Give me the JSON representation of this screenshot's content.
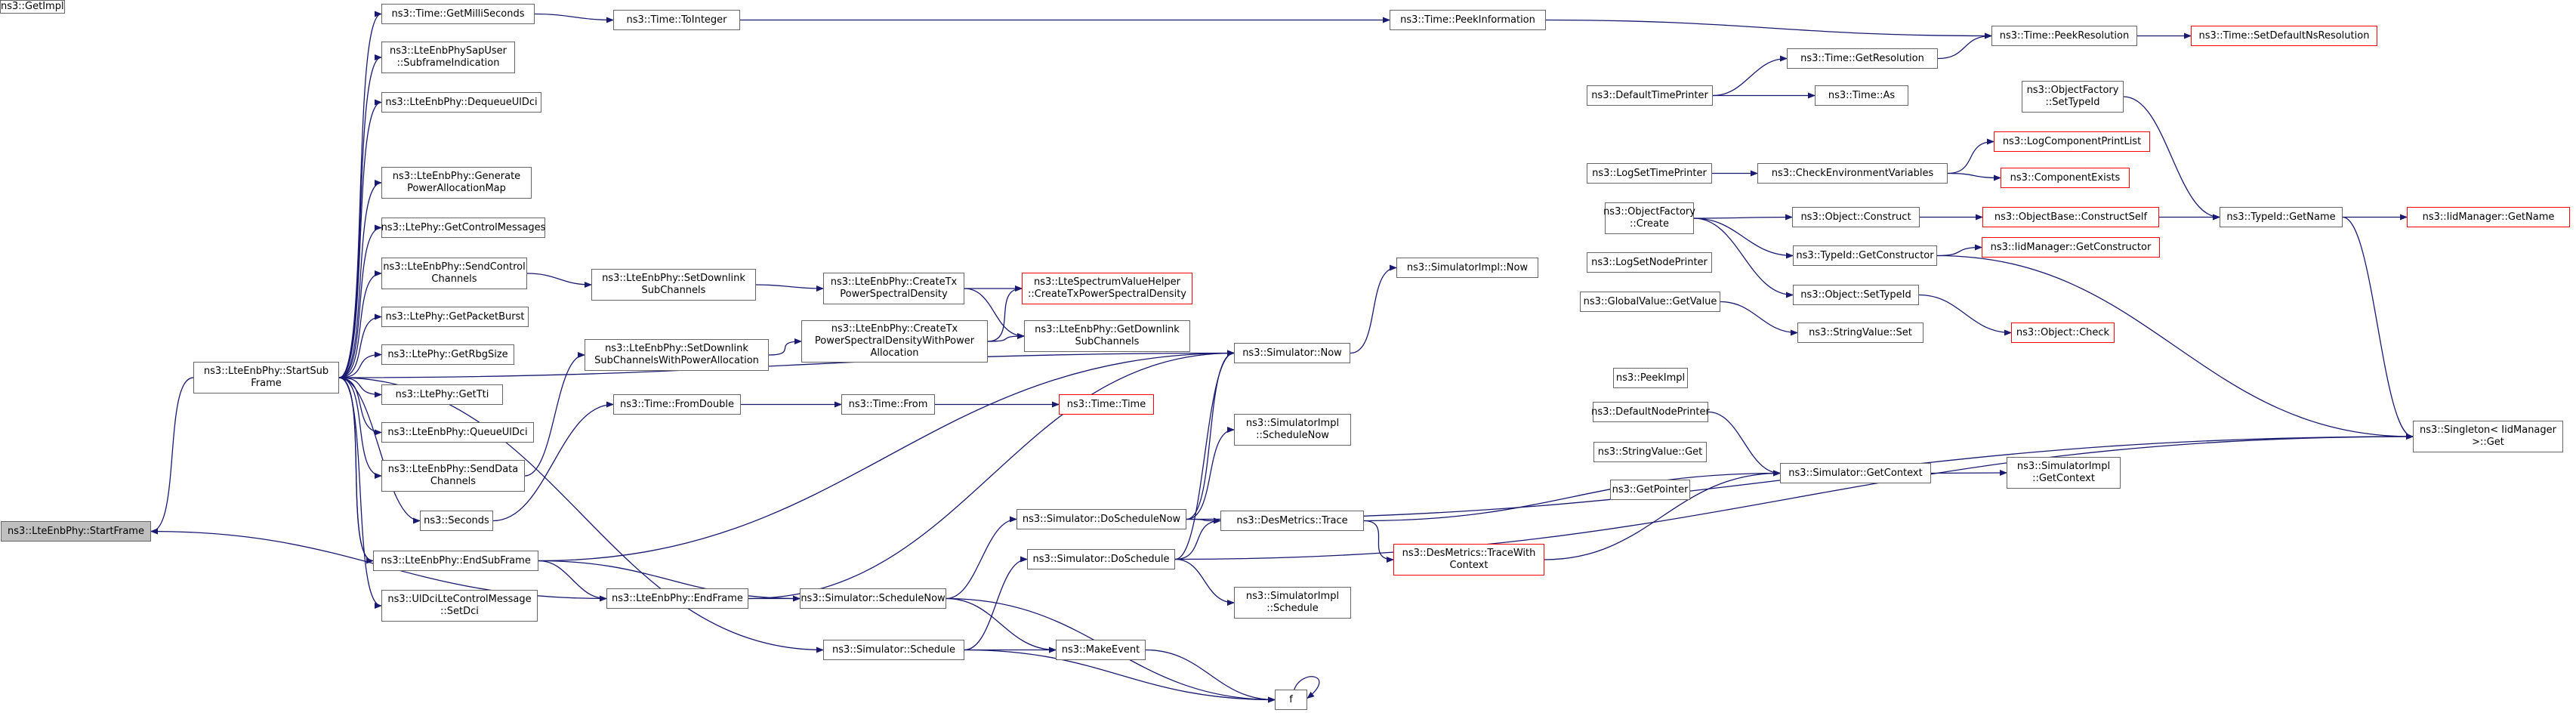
{
  "graph": {
    "colors": {
      "edge": "#191970",
      "node_border": "#666666",
      "external_border": "#ff0000",
      "root_fill": "#bfbfbf"
    },
    "nodes": {
      "start_frame": {
        "lines": [
          "ns3::LteEnbPhy::StartFrame"
        ]
      },
      "start_sub_frame": {
        "lines": [
          "ns3::LteEnbPhy::StartSub",
          "Frame"
        ]
      },
      "get_milli_seconds": {
        "lines": [
          "ns3::Time::GetMilliSeconds"
        ]
      },
      "phy_sap_user": {
        "lines": [
          "ns3::LteEnbPhySapUser",
          "::SubframeIndication"
        ]
      },
      "dequeue_ul_dci": {
        "lines": [
          "ns3::LteEnbPhy::DequeueUlDci"
        ]
      },
      "generate_power_alloc": {
        "lines": [
          "ns3::LteEnbPhy::Generate",
          "PowerAllocationMap"
        ]
      },
      "get_control_messages": {
        "lines": [
          "ns3::LtePhy::GetControlMessages"
        ]
      },
      "send_control_channels": {
        "lines": [
          "ns3::LteEnbPhy::SendControl",
          "Channels"
        ]
      },
      "get_packet_burst": {
        "lines": [
          "ns3::LtePhy::GetPacketBurst"
        ]
      },
      "get_rbg_size": {
        "lines": [
          "ns3::LtePhy::GetRbgSize"
        ]
      },
      "get_tti": {
        "lines": [
          "ns3::LtePhy::GetTti"
        ]
      },
      "queue_ul_dci": {
        "lines": [
          "ns3::LteEnbPhy::QueueUlDci"
        ]
      },
      "send_data_channels": {
        "lines": [
          "ns3::LteEnbPhy::SendData",
          "Channels"
        ]
      },
      "seconds": {
        "lines": [
          "ns3::Seconds"
        ]
      },
      "end_sub_frame": {
        "lines": [
          "ns3::LteEnbPhy::EndSubFrame"
        ]
      },
      "ul_dci_set_dci": {
        "lines": [
          "ns3::UlDciLteControlMessage",
          "::SetDci"
        ]
      },
      "to_integer": {
        "lines": [
          "ns3::Time::ToInteger"
        ]
      },
      "set_downlink_subchannels": {
        "lines": [
          "ns3::LteEnbPhy::SetDownlink",
          "SubChannels"
        ]
      },
      "set_downlink_subchannels_power": {
        "lines": [
          "ns3::LteEnbPhy::SetDownlink",
          "SubChannelsWithPowerAllocation"
        ]
      },
      "time_from_double": {
        "lines": [
          "ns3::Time::FromDouble"
        ]
      },
      "end_frame": {
        "lines": [
          "ns3::LteEnbPhy::EndFrame"
        ]
      },
      "create_tx_psd": {
        "lines": [
          "ns3::LteEnbPhy::CreateTx",
          "PowerSpectralDensity"
        ]
      },
      "create_tx_psd_power": {
        "lines": [
          "ns3::LteEnbPhy::CreateTx",
          "PowerSpectralDensityWithPower",
          "Allocation"
        ]
      },
      "time_from": {
        "lines": [
          "ns3::Time::From"
        ]
      },
      "simulator_schedule": {
        "lines": [
          "ns3::Simulator::Schedule"
        ]
      },
      "spectrum_helper": {
        "lines": [
          "ns3::LteSpectrumValueHelper",
          "::CreateTxPowerSpectralDensity"
        ],
        "external": true
      },
      "get_downlink_subchannels": {
        "lines": [
          "ns3::LteEnbPhy::GetDownlink",
          "SubChannels"
        ]
      },
      "time_time": {
        "lines": [
          "ns3::Time::Time"
        ],
        "external": true
      },
      "peek_information": {
        "lines": [
          "ns3::Time::PeekInformation"
        ]
      },
      "simulator_now": {
        "lines": [
          "ns3::Simulator::Now"
        ]
      },
      "simulator_impl_now": {
        "lines": [
          "ns3::SimulatorImpl::Now"
        ]
      },
      "get_impl": {
        "lines": [
          "ns3::GetImpl"
        ]
      },
      "simulator_impl_schedule_now": {
        "lines": [
          "ns3::SimulatorImpl",
          "::ScheduleNow"
        ]
      },
      "do_schedule_now": {
        "lines": [
          "ns3::Simulator::DoScheduleNow"
        ]
      },
      "do_schedule": {
        "lines": [
          "ns3::Simulator::DoSchedule"
        ]
      },
      "schedule_now": {
        "lines": [
          "ns3::Simulator::ScheduleNow"
        ]
      },
      "make_event": {
        "lines": [
          "ns3::MakeEvent"
        ]
      },
      "f": {
        "lines": [
          "f"
        ]
      },
      "des_metrics_trace": {
        "lines": [
          "ns3::DesMetrics::Trace"
        ]
      },
      "des_metrics_trace_with_context": {
        "lines": [
          "ns3::DesMetrics::TraceWith",
          "Context"
        ],
        "external": true
      },
      "simulator_impl_schedule": {
        "lines": [
          "ns3::SimulatorImpl",
          "::Schedule"
        ]
      },
      "default_time_printer": {
        "lines": [
          "ns3::DefaultTimePrinter"
        ]
      },
      "log_set_time_printer": {
        "lines": [
          "ns3::LogSetTimePrinter"
        ]
      },
      "object_factory_create": {
        "lines": [
          "ns3::ObjectFactory",
          "::Create"
        ]
      },
      "log_set_node_printer": {
        "lines": [
          "ns3::LogSetNodePrinter"
        ]
      },
      "global_value_get_value": {
        "lines": [
          "ns3::GlobalValue::GetValue"
        ]
      },
      "peek_impl": {
        "lines": [
          "ns3::PeekImpl"
        ]
      },
      "default_node_printer": {
        "lines": [
          "ns3::DefaultNodePrinter"
        ]
      },
      "string_value_get": {
        "lines": [
          "ns3::StringValue::Get"
        ]
      },
      "get_pointer": {
        "lines": [
          "ns3::GetPointer"
        ]
      },
      "time_get_resolution": {
        "lines": [
          "ns3::Time::GetResolution"
        ]
      },
      "time_as": {
        "lines": [
          "ns3::Time::As"
        ]
      },
      "check_env_vars": {
        "lines": [
          "ns3::CheckEnvironmentVariables"
        ]
      },
      "object_construct": {
        "lines": [
          "ns3::Object::Construct"
        ]
      },
      "typeid_get_constructor": {
        "lines": [
          "ns3::TypeId::GetConstructor"
        ]
      },
      "object_set_typeid": {
        "lines": [
          "ns3::Object::SetTypeId"
        ]
      },
      "string_value_set": {
        "lines": [
          "ns3::StringValue::Set"
        ]
      },
      "simulator_get_context": {
        "lines": [
          "ns3::Simulator::GetContext"
        ]
      },
      "peek_resolution": {
        "lines": [
          "ns3::Time::PeekResolution"
        ]
      },
      "object_factory_set_typeid": {
        "lines": [
          "ns3::ObjectFactory",
          "::SetTypeId"
        ]
      },
      "log_component_print_list": {
        "lines": [
          "ns3::LogComponentPrintList"
        ],
        "external": true
      },
      "component_exists": {
        "lines": [
          "ns3::ComponentExists"
        ],
        "external": true
      },
      "object_base_construct_self": {
        "lines": [
          "ns3::ObjectBase::ConstructSelf"
        ],
        "external": true
      },
      "iid_manager_get_constructor": {
        "lines": [
          "ns3::IidManager::GetConstructor"
        ],
        "external": true
      },
      "object_check": {
        "lines": [
          "ns3::Object::Check"
        ],
        "external": true
      },
      "simulator_impl_get_context": {
        "lines": [
          "ns3::SimulatorImpl",
          "::GetContext"
        ]
      },
      "set_default_ns_resolution": {
        "lines": [
          "ns3::Time::SetDefaultNsResolution"
        ],
        "external": true
      },
      "typeid_get_name": {
        "lines": [
          "ns3::TypeId::GetName"
        ]
      },
      "iid_manager_get_name": {
        "lines": [
          "ns3::IidManager::GetName"
        ],
        "external": true
      },
      "singleton_get": {
        "lines": [
          "ns3::Singleton< IidManager",
          ">::Get"
        ]
      }
    },
    "edges": [
      [
        "start_sub_frame",
        "start_frame"
      ],
      [
        "end_frame",
        "start_frame"
      ],
      [
        "start_sub_frame",
        "get_milli_seconds"
      ],
      [
        "start_sub_frame",
        "phy_sap_user"
      ],
      [
        "start_sub_frame",
        "dequeue_ul_dci"
      ],
      [
        "start_sub_frame",
        "generate_power_alloc"
      ],
      [
        "start_sub_frame",
        "get_control_messages"
      ],
      [
        "start_sub_frame",
        "send_control_channels"
      ],
      [
        "start_sub_frame",
        "get_packet_burst"
      ],
      [
        "start_sub_frame",
        "get_rbg_size"
      ],
      [
        "start_sub_frame",
        "get_tti"
      ],
      [
        "start_sub_frame",
        "queue_ul_dci"
      ],
      [
        "start_sub_frame",
        "send_data_channels"
      ],
      [
        "start_sub_frame",
        "seconds"
      ],
      [
        "start_sub_frame",
        "end_sub_frame"
      ],
      [
        "start_sub_frame",
        "ul_dci_set_dci"
      ],
      [
        "start_sub_frame",
        "simulator_now"
      ],
      [
        "start_sub_frame",
        "simulator_schedule"
      ],
      [
        "end_sub_frame",
        "start_sub_frame"
      ],
      [
        "end_sub_frame",
        "end_frame"
      ],
      [
        "end_sub_frame",
        "schedule_now"
      ],
      [
        "end_sub_frame",
        "simulator_now"
      ],
      [
        "end_frame",
        "schedule_now"
      ],
      [
        "end_frame",
        "simulator_now"
      ],
      [
        "get_milli_seconds",
        "to_integer"
      ],
      [
        "to_integer",
        "peek_information"
      ],
      [
        "peek_information",
        "peek_resolution"
      ],
      [
        "send_control_channels",
        "set_downlink_subchannels"
      ],
      [
        "set_downlink_subchannels",
        "create_tx_psd"
      ],
      [
        "create_tx_psd",
        "spectrum_helper"
      ],
      [
        "create_tx_psd",
        "get_downlink_subchannels"
      ],
      [
        "send_data_channels",
        "set_downlink_subchannels_power"
      ],
      [
        "set_downlink_subchannels_power",
        "create_tx_psd_power"
      ],
      [
        "create_tx_psd_power",
        "spectrum_helper"
      ],
      [
        "create_tx_psd_power",
        "get_downlink_subchannels"
      ],
      [
        "seconds",
        "time_from_double"
      ],
      [
        "time_from_double",
        "time_from"
      ],
      [
        "time_from",
        "time_time"
      ],
      [
        "schedule_now",
        "do_schedule_now"
      ],
      [
        "schedule_now",
        "make_event"
      ],
      [
        "schedule_now",
        "f"
      ],
      [
        "simulator_schedule",
        "do_schedule"
      ],
      [
        "simulator_schedule",
        "make_event"
      ],
      [
        "simulator_schedule",
        "f"
      ],
      [
        "make_event",
        "f"
      ],
      [
        "f",
        "f"
      ],
      [
        "do_schedule_now",
        "simulator_now"
      ],
      [
        "do_schedule_now",
        "get_impl"
      ],
      [
        "do_schedule_now",
        "simulator_impl_schedule_now"
      ],
      [
        "do_schedule_now",
        "des_metrics_trace"
      ],
      [
        "do_schedule_now",
        "singleton_get"
      ],
      [
        "do_schedule",
        "simulator_now"
      ],
      [
        "do_schedule",
        "get_impl"
      ],
      [
        "do_schedule",
        "des_metrics_trace"
      ],
      [
        "do_schedule",
        "simulator_impl_schedule"
      ],
      [
        "do_schedule",
        "singleton_get"
      ],
      [
        "simulator_now",
        "simulator_impl_now"
      ],
      [
        "simulator_now",
        "get_impl"
      ],
      [
        "des_metrics_trace",
        "des_metrics_trace_with_context"
      ],
      [
        "des_metrics_trace",
        "simulator_get_context"
      ],
      [
        "des_metrics_trace_with_context",
        "simulator_get_context"
      ],
      [
        "get_impl",
        "simulator_now"
      ],
      [
        "get_impl",
        "default_time_printer"
      ],
      [
        "get_impl",
        "log_set_time_printer"
      ],
      [
        "get_impl",
        "object_factory_create"
      ],
      [
        "get_impl",
        "log_set_node_printer"
      ],
      [
        "get_impl",
        "global_value_get_value"
      ],
      [
        "get_impl",
        "peek_impl"
      ],
      [
        "get_impl",
        "default_node_printer"
      ],
      [
        "get_impl",
        "string_value_get"
      ],
      [
        "get_impl",
        "get_pointer"
      ],
      [
        "get_impl",
        "object_factory_set_typeid"
      ],
      [
        "default_time_printer",
        "time_get_resolution"
      ],
      [
        "default_time_printer",
        "time_as"
      ],
      [
        "time_get_resolution",
        "peek_resolution"
      ],
      [
        "peek_resolution",
        "set_default_ns_resolution"
      ],
      [
        "log_set_time_printer",
        "check_env_vars"
      ],
      [
        "check_env_vars",
        "log_component_print_list"
      ],
      [
        "check_env_vars",
        "component_exists"
      ],
      [
        "object_factory_create",
        "object_construct"
      ],
      [
        "object_factory_create",
        "typeid_get_constructor"
      ],
      [
        "object_factory_create",
        "object_set_typeid"
      ],
      [
        "object_construct",
        "object_base_construct_self"
      ],
      [
        "object_base_construct_self",
        "typeid_get_name"
      ],
      [
        "typeid_get_constructor",
        "iid_manager_get_constructor"
      ],
      [
        "typeid_get_constructor",
        "singleton_get"
      ],
      [
        "object_set_typeid",
        "object_check"
      ],
      [
        "global_value_get_value",
        "string_value_set"
      ],
      [
        "default_node_printer",
        "simulator_get_context"
      ],
      [
        "simulator_get_context",
        "get_impl"
      ],
      [
        "simulator_get_context",
        "simulator_impl_get_context"
      ],
      [
        "object_factory_set_typeid",
        "typeid_get_name"
      ],
      [
        "typeid_get_name",
        "iid_manager_get_name"
      ],
      [
        "typeid_get_name",
        "singleton_get"
      ]
    ]
  }
}
